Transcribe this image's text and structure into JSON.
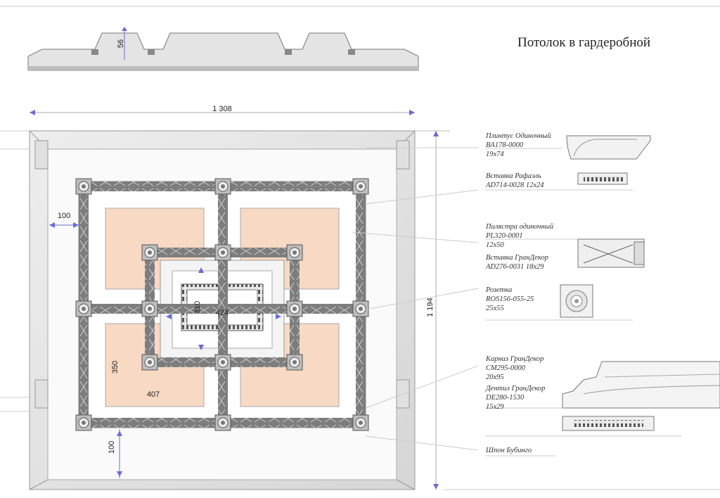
{
  "title": "Потолок в гардеробной",
  "dimensions": {
    "width_total": "1 308",
    "height_total": "1 194",
    "profile_height": "56",
    "margin_left": "100",
    "margin_bottom": "100",
    "center_width": "424",
    "center_height": "310",
    "panel_width": "407",
    "panel_height": "350"
  },
  "legend": [
    {
      "lines": [
        "Плинтус Одиночный",
        "BA178-0000",
        "19x74"
      ]
    },
    {
      "lines": [
        "Вставка Рафаэль",
        "AD714-0028 12x24"
      ]
    },
    {
      "lines": [
        "Пилястра одиночный",
        "PL320-0001",
        "12x50"
      ]
    },
    {
      "lines": [
        "Вставка ГранДекор",
        "AD276-0031 18x29"
      ]
    },
    {
      "lines": [
        "Розетка",
        "ROS156-055-25",
        "25x55"
      ]
    },
    {
      "lines": [
        "Карниз ГранДекор",
        "CM295-0000",
        "20x95"
      ]
    },
    {
      "lines": [
        "Дентил ГранДекор",
        "DE280-1530",
        "15x29"
      ]
    },
    {
      "lines": [
        "Шпон Бубинго"
      ]
    }
  ],
  "colors": {
    "panel_fill": "#f7d9c4",
    "molding": "#8a8a8a",
    "line": "#999999",
    "accent": "#6b6bd6"
  }
}
